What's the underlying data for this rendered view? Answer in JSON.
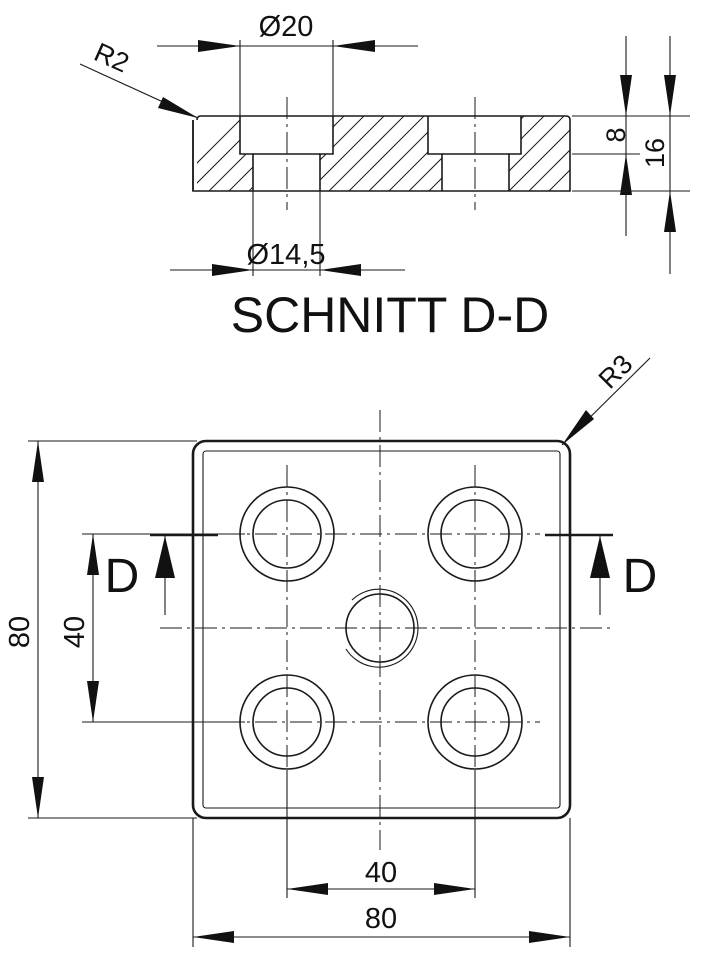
{
  "section_view": {
    "title": "SCHNITT D-D",
    "dim_counterbore_dia": "Ø20",
    "dim_hole_dia": "Ø14,5",
    "dim_corner_radius": "R2",
    "dim_counterbore_depth": "8",
    "dim_thickness": "16"
  },
  "plan_view": {
    "dim_corner_radius": "R3",
    "dim_height": "80",
    "dim_width": "80",
    "dim_hole_spacing_vertical": "40",
    "dim_hole_spacing_horizontal": "40",
    "section_label_left": "D",
    "section_label_right": "D"
  }
}
